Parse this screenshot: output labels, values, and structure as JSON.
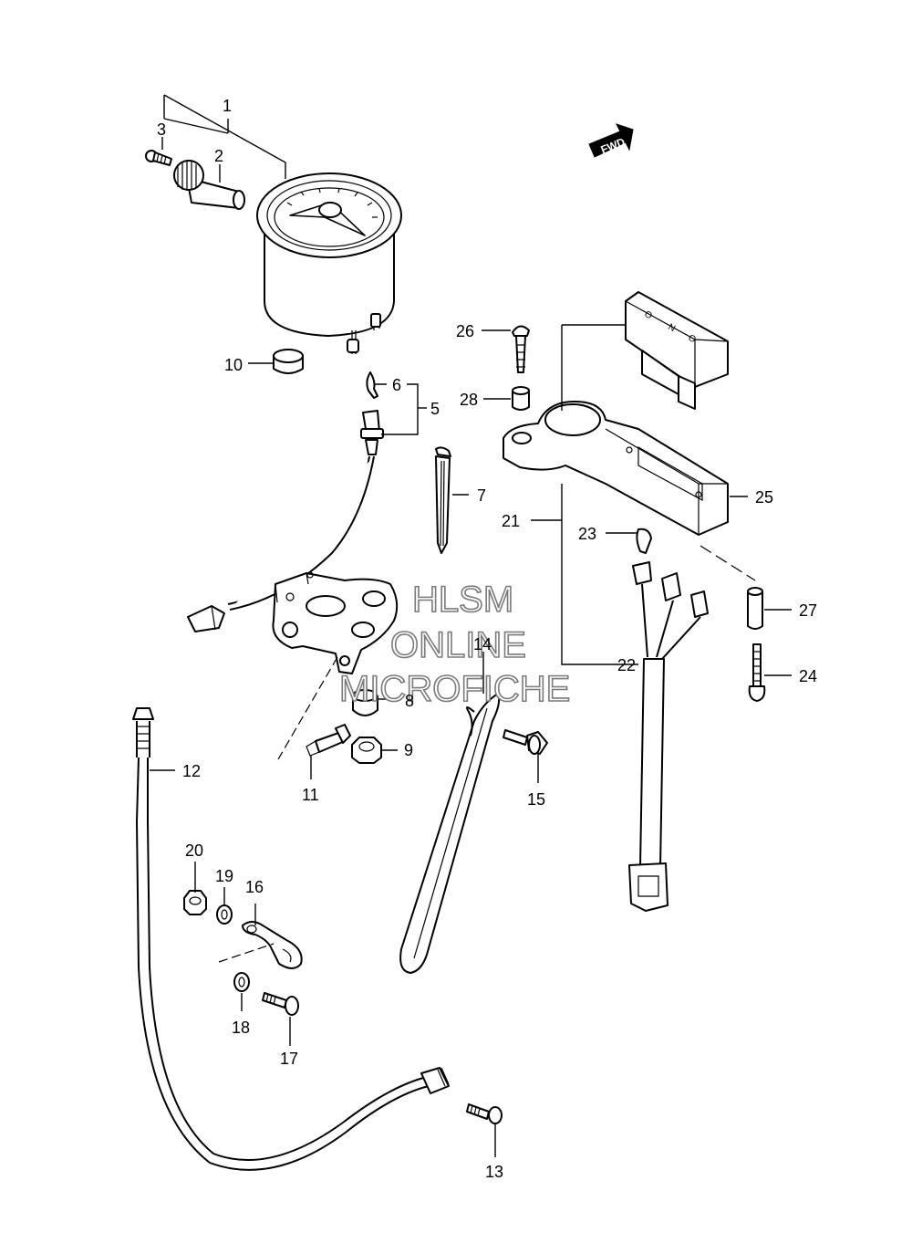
{
  "forward_indicator": "FWD",
  "watermark": {
    "line1": "HLSM",
    "line2": "ONLINE",
    "line3": "MICROFICHE"
  },
  "shift_indicator_letters": [
    "O",
    "N",
    "O"
  ],
  "parts": {
    "p1": "1",
    "p2": "2",
    "p3": "3",
    "p5": "5",
    "p6": "6",
    "p7": "7",
    "p8": "8",
    "p9": "9",
    "p10": "10",
    "p11": "11",
    "p12": "12",
    "p13": "13",
    "p14": "14",
    "p15": "15",
    "p16": "16",
    "p17": "17",
    "p18": "18",
    "p19": "19",
    "p20": "20",
    "p21": "21",
    "p22": "22",
    "p23": "23",
    "p24": "24",
    "p25": "25",
    "p26": "26",
    "p27": "27",
    "p28": "28"
  }
}
